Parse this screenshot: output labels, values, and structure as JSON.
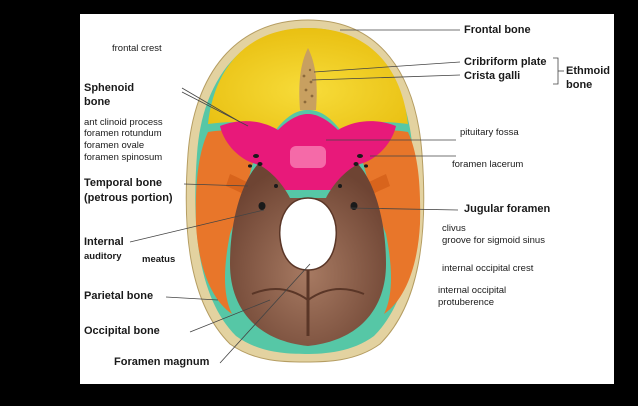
{
  "labels": {
    "frontal_bone": "Frontal bone",
    "cribriform_plate": "Cribriform plate",
    "crista_galli": "Crista galli",
    "ethmoid": "Ethmoid",
    "ethmoid_bone": "bone",
    "frontal_crest": "frontal crest",
    "sphenoid": "Sphenoid",
    "sphenoid_bone": "bone",
    "ant_clinoid": "ant clinoid process",
    "foramen_rotundum": "foramen rotundum",
    "foramen_ovale": "foramen ovale",
    "foramen_spinosum": "foramen spinosum",
    "pituitary_fossa": "pituitary fossa",
    "foramen_lacerum": "foramen lacerum",
    "temporal_bone": "Temporal bone",
    "petrous_portion": "(petrous portion)",
    "jugular_foramen": "Jugular foramen",
    "clivus": "clivus",
    "groove_sigmoid": "groove for sigmoid sinus",
    "internal": "Internal",
    "auditory": "auditory",
    "meatus": "meatus",
    "internal_occipital_crest": "internal occipital crest",
    "internal_occipital": "internal occipital",
    "protuberence": "protuberence",
    "parietal_bone": "Parietal bone",
    "occipital_bone": "Occipital bone",
    "foramen_magnum": "Foramen magnum"
  },
  "colors": {
    "frontal": "#f2cf1d",
    "ethmoid": "#c8a060",
    "sphenoid": "#e8197a",
    "temporal": "#e8762a",
    "occipital": "#8c5a44",
    "parietal": "#56c7a6",
    "skull_rim": "#e3d2a0"
  }
}
